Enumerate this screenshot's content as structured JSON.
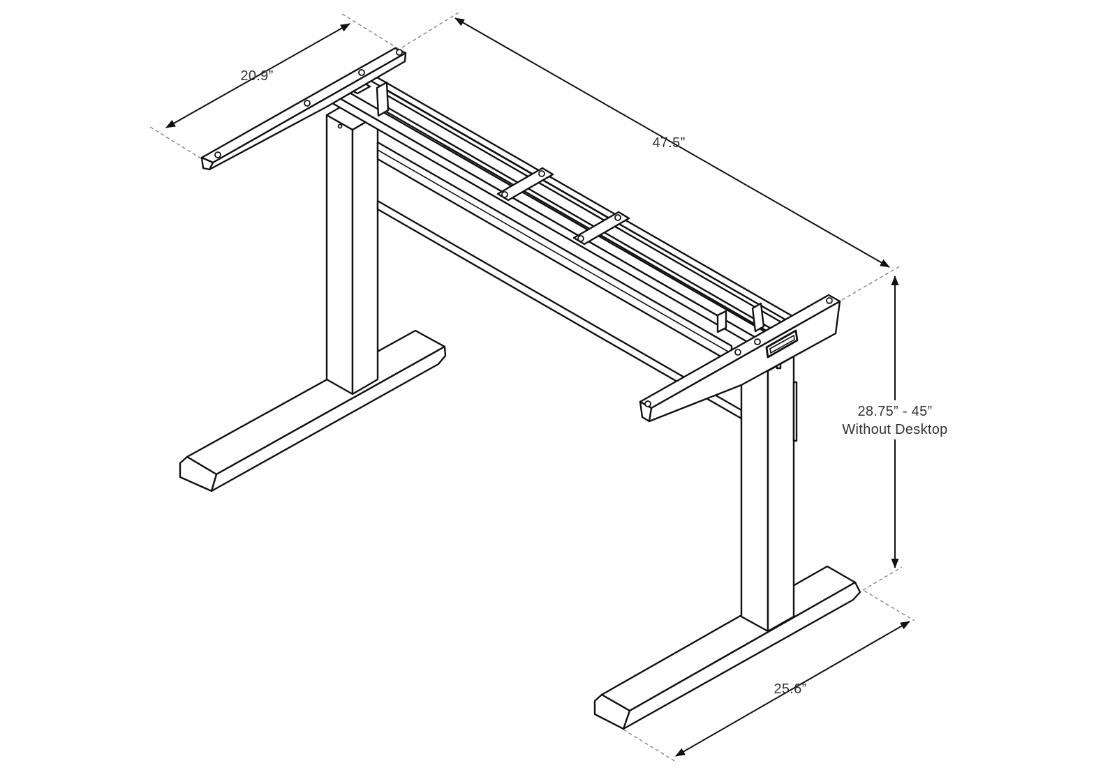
{
  "diagram": {
    "dimensions": {
      "top_depth": "20.9”",
      "frame_length": "47.5”",
      "height_range": "28.75” - 45”",
      "height_note": "Without Desktop",
      "base_depth": "25.6”"
    }
  },
  "colors": {
    "line": "#111111",
    "label": "#333333",
    "background": "#ffffff"
  }
}
